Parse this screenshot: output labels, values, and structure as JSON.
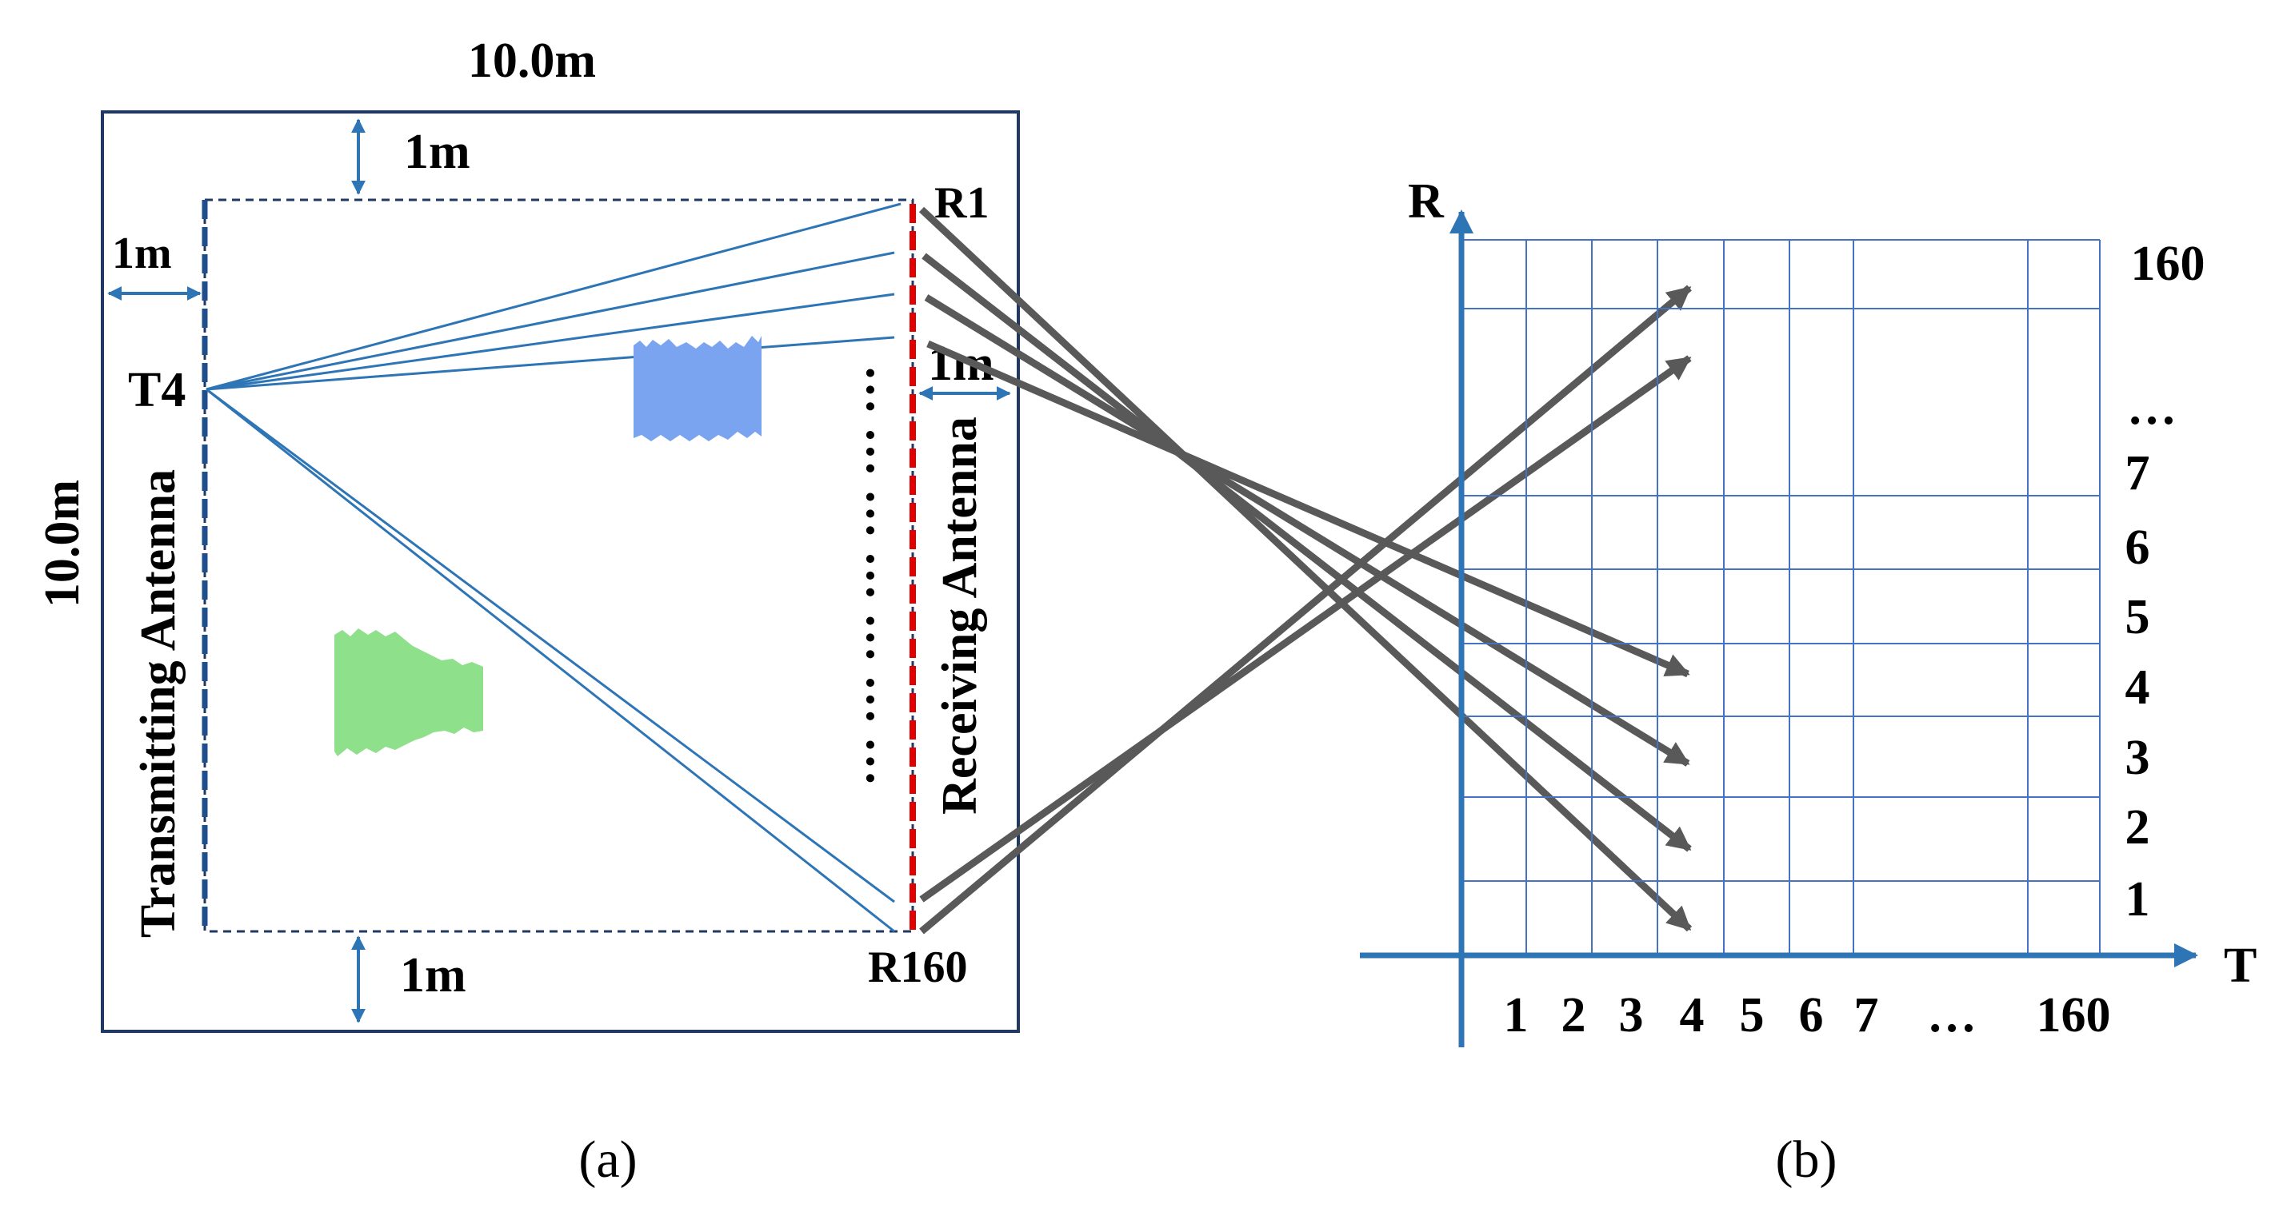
{
  "panel_a": {
    "caption": "(a)",
    "width_label": "10.0m",
    "height_label": "10.0m",
    "top_margin": "1m",
    "bottom_margin": "1m",
    "left_margin": "1m",
    "right_margin": "1m",
    "transmitter_label": "T4",
    "receiver_first": "R1",
    "receiver_last": "R160",
    "transmitting_antenna": "Transmitting Antenna",
    "receiving_antenna": "Receiving Antenna",
    "ellipsis": "… … … … … … …",
    "colors": {
      "frame": "#1f3864",
      "transmit_line": "#2e75b6",
      "receive_line": "#e00000",
      "dim_arrow": "#2e75b6",
      "target_blue": "#7ba4f0",
      "target_green": "#8fe08a"
    }
  },
  "panel_b": {
    "caption": "(b)",
    "x_axis_label": "T",
    "y_axis_label": "R",
    "x_ticks": [
      "1",
      "2",
      "3",
      "4",
      "5",
      "6",
      "7",
      "…",
      "160"
    ],
    "y_ticks": [
      "1",
      "2",
      "3",
      "4",
      "5",
      "6",
      "7",
      "…",
      "160"
    ],
    "colors": {
      "axis": "#2e75b6",
      "grid": "#4472c4",
      "mapping_arrow": "#595959"
    }
  }
}
